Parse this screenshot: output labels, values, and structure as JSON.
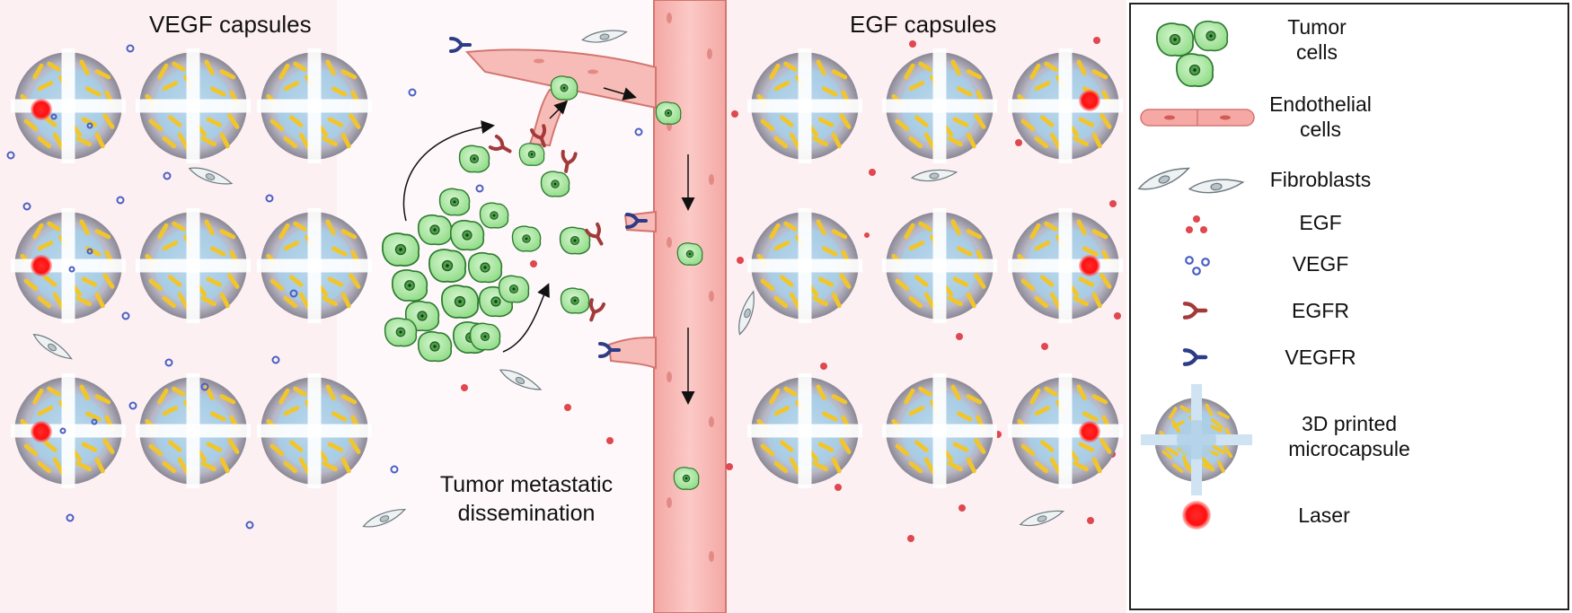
{
  "panels": {
    "left_title": "VEGF capsules",
    "right_title": "EGF capsules",
    "center_caption": [
      "Tumor metastatic",
      "dissemination"
    ]
  },
  "legend": {
    "items": [
      {
        "label": [
          "Tumor",
          "cells"
        ],
        "icon": "tumor-cells-icon"
      },
      {
        "label": [
          "Endothelial",
          "cells"
        ],
        "icon": "endothelial-cells-icon"
      },
      {
        "label": [
          "Fibroblasts"
        ],
        "icon": "fibroblasts-icon"
      },
      {
        "label": [
          "EGF"
        ],
        "icon": "egf-molecule-icon"
      },
      {
        "label": [
          "VEGF"
        ],
        "icon": "vegf-molecule-icon"
      },
      {
        "label": [
          "EGFR"
        ],
        "icon": "egfr-receptor-icon"
      },
      {
        "label": [
          "VEGFR"
        ],
        "icon": "vegfr-receptor-icon"
      },
      {
        "label": [
          "3D printed",
          "microcapsule"
        ],
        "icon": "microcapsule-icon"
      },
      {
        "label": [
          "Laser"
        ],
        "icon": "laser-spot-icon"
      }
    ]
  },
  "colors": {
    "panel_bg": "#fdf1f3",
    "tumor_fill": "#a8e6a0",
    "tumor_stroke": "#2f7a32",
    "vessel_fill": "#f7b4b0",
    "vessel_stroke": "#d27670",
    "capsule_core": "#a9cde6",
    "capsule_shell": "#8d8a95",
    "rod": "#f2c62a",
    "egf": "#e0474f",
    "vegf": "#4a5fc4",
    "laser": "#ff1a1a"
  }
}
